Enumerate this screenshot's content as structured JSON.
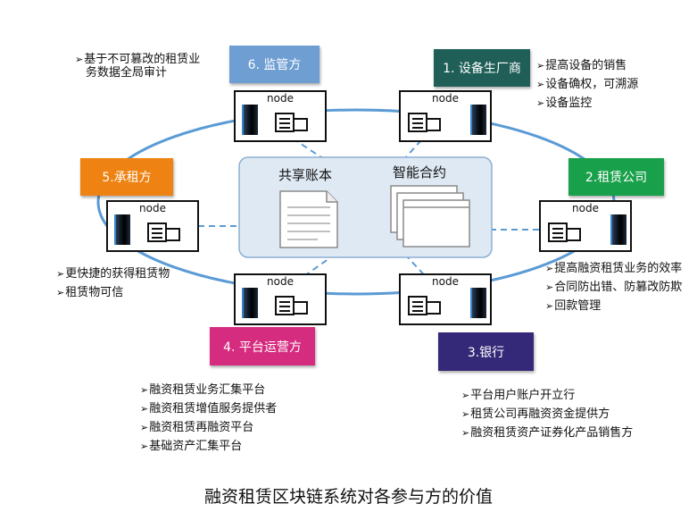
{
  "colors": {
    "ring": "#5b9bd5",
    "core_fill": "#dfe9f3",
    "core_border": "#8bafd1",
    "role_1": "#1f5f58",
    "role_2": "#18a04a",
    "role_3": "#342878",
    "role_4": "#d62c7f",
    "role_5": "#ee8212",
    "role_6": "#6f9ed3"
  },
  "core": {
    "ledger_label": "共享账本",
    "contract_label": "智能合约",
    "icons": [
      "document-icon",
      "stacked-pages-icon"
    ]
  },
  "node_label": "node",
  "roles": {
    "manufacturer": {
      "label": "1. 设备生厂商",
      "points": [
        "提高设备的销售",
        "设备确权，可溯源",
        "设备监控"
      ]
    },
    "leasing": {
      "label": "2.租赁公司",
      "points": [
        "提高融资租赁业务的效率",
        "合同防出错、防篡改防欺",
        "回款管理"
      ]
    },
    "bank": {
      "label": "3.银行",
      "points": [
        "平台用户账户开立行",
        "租赁公司再融资资金提供方",
        "融资租赁资产证券化产品销售方"
      ]
    },
    "operator": {
      "label": "4. 平台运营方",
      "points": [
        "融资租赁业务汇集平台",
        "融资租赁增值服务提供者",
        "融资租赁再融资平台",
        "基础资产汇集平台"
      ]
    },
    "lessee": {
      "label": "5.承租方",
      "points": [
        "更快捷的获得租赁物",
        "租赁物可信"
      ]
    },
    "regulator": {
      "label": "6. 监管方",
      "points": [
        "基于不可篡改的租赁业",
        "务数据全局审计"
      ]
    }
  },
  "caption": "融资租赁区块链系统对各参与方的价值"
}
